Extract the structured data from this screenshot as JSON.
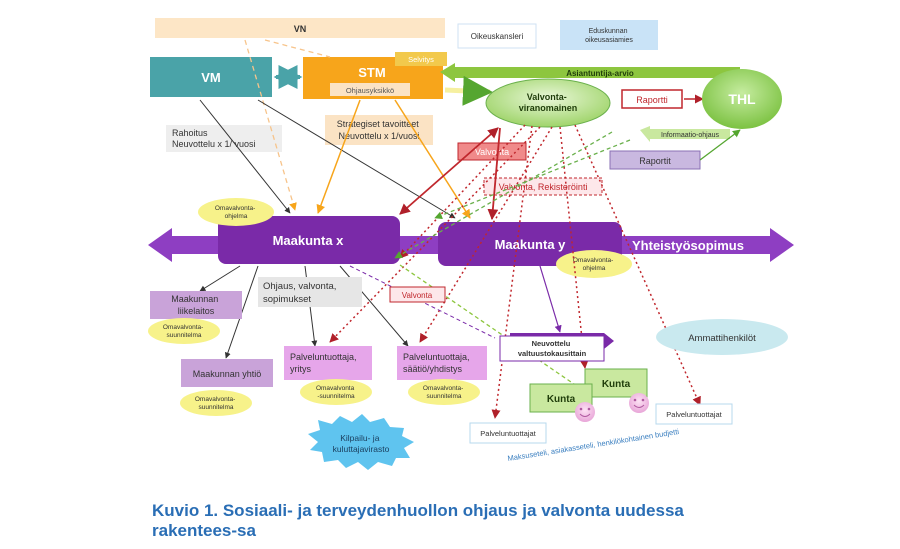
{
  "nodes": {
    "vn": "VN",
    "oikeuskansleri": "Oikeuskansleri",
    "eduskunnan_oa": [
      "Eduskunnan",
      "oikeusasiamies"
    ],
    "vm": "VM",
    "stm": "STM",
    "selvitys": "Selvitys",
    "ohjausyksikko": "Ohjausyksikkö",
    "asiantuntija_arvio": "Asiantuntija-arvio",
    "valvontaviranomainen": [
      "Valvonta-",
      "viranomainen"
    ],
    "raportti": "Raportti",
    "thl": "THL",
    "informaatio_ohjaus": "Informaatio-ohjaus",
    "raportit": "Raportit",
    "rahoitus": [
      "Rahoitus",
      "Neuvottelu x 1/ vuosi"
    ],
    "strategiset": [
      "Strategiset tavoitteet",
      "Neuvottelu x 1/vuosi"
    ],
    "valvonta_1": "Valvonta",
    "valvonta_rekisterointi": "Valvonta, Rekisteröinti",
    "omavalvontaohjelma_x": [
      "Omavalvonta-",
      "ohjelma"
    ],
    "maakunta_x": "Maakunta x",
    "maakunta_y": "Maakunta y",
    "yhteistyosopimus": "Yhteistyösopimus",
    "omavalvontaohjelma_y": [
      "Omavalvonta-",
      "ohjelma"
    ],
    "ohjaus": [
      "Ohjaus, valvonta,",
      "sopimukset"
    ],
    "valvonta_2": "Valvonta",
    "maakunnan_liikelaitos": [
      "Maakunnan",
      "liikelaitos"
    ],
    "omavalvontasuunnitelma_1": [
      "Omavalvonta-",
      "suunnitelma"
    ],
    "neuvottelu": [
      "Neuvottelu",
      "valtuustokausittain"
    ],
    "ammattihenkilot": "Ammattihenkilöt",
    "maakunnan_yhtio": "Maakunnan yhtiö",
    "palveluntuottaja_yritys": [
      "Palveluntuottaja,",
      "yritys"
    ],
    "palveluntuottaja_saatio": [
      "Palveluntuottaja,",
      "säätiö/yhdistys"
    ],
    "kunta_1": "Kunta",
    "kunta_2": "Kunta",
    "omavalvontasuunnitelma_2": [
      "Omavalvonta-",
      "suunnitelma"
    ],
    "omavalvontasuunnitelma_3": [
      "Omavalvonta",
      "-suunnitelma"
    ],
    "omavalvontasuunnitelma_4": [
      "Omavalvonta-",
      "suunnitelma"
    ],
    "palveluntuottajat_1": "Palveluntuottajat",
    "palveluntuottajat_2": "Palveluntuottajat",
    "kilpailu": [
      "Kilpailu- ja",
      "kuluttajavirasto"
    ],
    "maksuseteli": "Maksuseteli, asiakasseteli, henkilökohtainen budjetti"
  },
  "caption": "Kuvio 1. Sosiaali- ja terveydenhuollon ohjaus ja valvonta uudessa rakentees-sa",
  "colors": {
    "purple": "#7a2aa8",
    "purple_light": "#c9a3d9",
    "orange": "#f7a51b",
    "orange_light": "#fbe3c4",
    "green": "#8dc63f",
    "green_dark": "#55a630",
    "teal": "#4aa3a8",
    "red": "#c0272d",
    "red_fill": "#f08a8a",
    "yellow": "#f7f28a",
    "blue_light": "#bfe0f5",
    "cyan": "#5fc4ef",
    "grey": "#e6e6e6",
    "caption": "#2a6eb5"
  }
}
